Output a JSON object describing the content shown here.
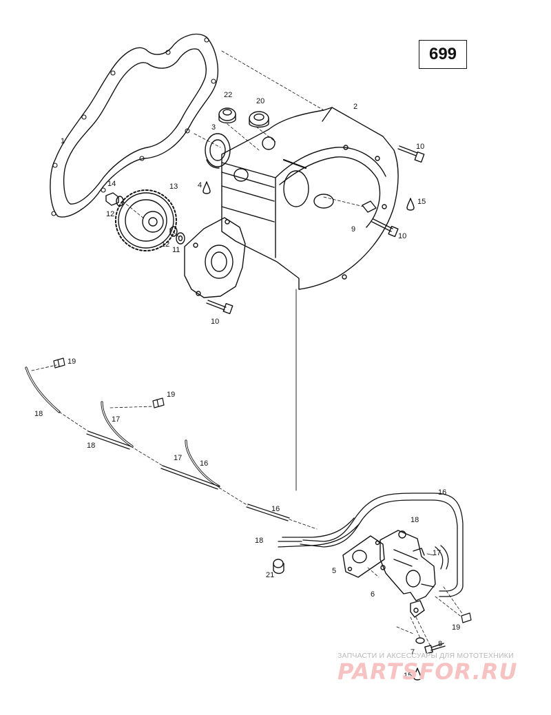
{
  "page_number": "699",
  "callouts": {
    "c1": "1",
    "c2": "2",
    "c3": "3",
    "c4": "4",
    "c9": "9",
    "c10a": "10",
    "c10b": "10",
    "c10c": "10",
    "c11": "11",
    "c12a": "12",
    "c12b": "12",
    "c13": "13",
    "c14": "14",
    "c15a": "15",
    "c20": "20",
    "c22": "22",
    "c19a": "19",
    "c19b": "19",
    "c19c": "19",
    "c18a": "18",
    "c18b": "18",
    "c18c": "18",
    "c18d": "18",
    "c17a": "17",
    "c17b": "17",
    "c17c": "17",
    "c16a": "16",
    "c16b": "16",
    "c16c": "16",
    "c21": "21",
    "c5": "5",
    "c6": "6",
    "c7": "7",
    "c8": "8",
    "c15b": "15"
  },
  "watermark": {
    "line1": "ЗАПЧАСТИ И АКСЕССУАРЫ ДЛЯ МОТОТЕХНИКИ",
    "line2": "PARTSFOR.RU",
    "color": "#f08080"
  }
}
